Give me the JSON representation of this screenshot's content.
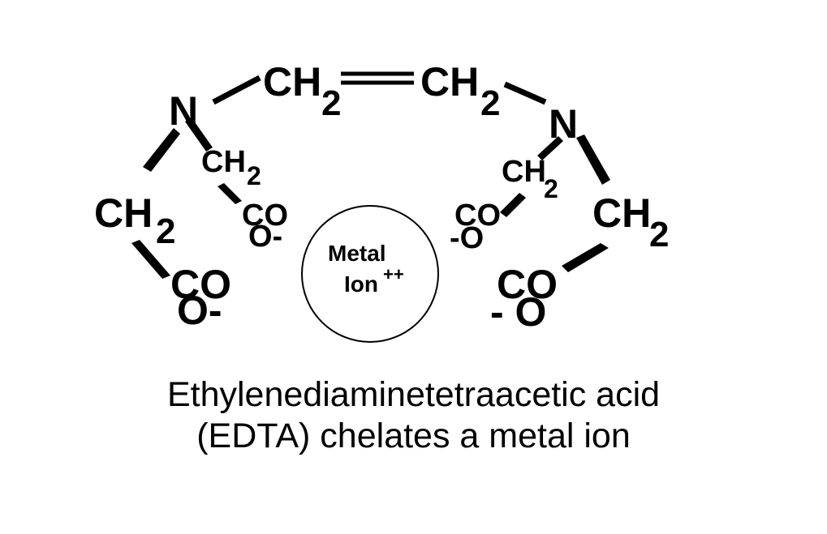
{
  "diagram": {
    "ring": {
      "nitrogen_label": "N",
      "ethylene_left_main": "CH",
      "ethylene_left_sub": "2",
      "ethylene_right_main": "CH",
      "ethylene_right_sub": "2"
    },
    "left_arm_outer": {
      "ch_main": "CH",
      "ch_sub": "2",
      "co": "CO",
      "o_minus": "O-"
    },
    "left_arm_inner": {
      "ch_main": "CH",
      "ch_sub": "2",
      "co": "CO",
      "o_minus": "O-"
    },
    "right_arm_inner": {
      "ch_main": "CH",
      "ch_sub": "2",
      "co": "CO",
      "minus_o": "-O"
    },
    "right_arm_outer": {
      "ch_main": "CH",
      "ch_sub": "2",
      "co": "CO",
      "minus_o": "- O"
    },
    "metal": {
      "line1": "Metal",
      "line2": "Ion",
      "charge": "++"
    },
    "caption": {
      "line1": "Ethylenediaminetetraacetic acid",
      "line2": "(EDTA) chelates a metal ion"
    },
    "colors": {
      "ink": "#000000",
      "background": "#ffffff"
    }
  }
}
